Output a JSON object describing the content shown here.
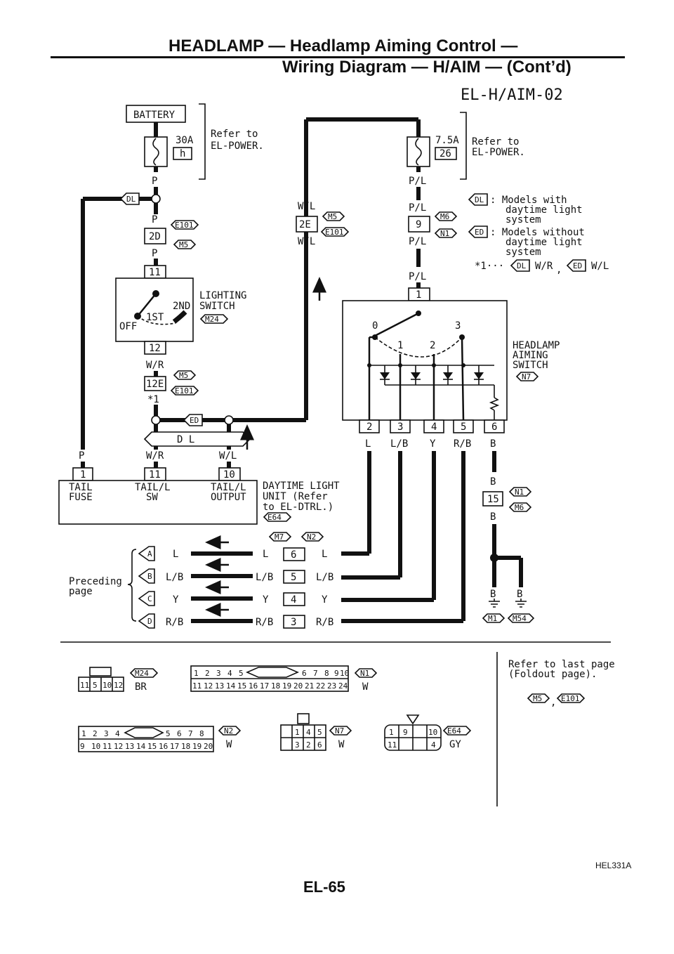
{
  "header": {
    "title_line1": "HEADLAMP — Headlamp Aiming Control —",
    "title_line2": "Wiring Diagram — H/AIM — (Cont’d)"
  },
  "diagram_id": "EL-H/AIM-02",
  "battery": {
    "label": "BATTERY",
    "fuse_a": "30A",
    "fuse_a_id": "h",
    "fuse_b": "7.5A",
    "fuse_b_id": "26",
    "refer1": "Refer to",
    "refer2": "EL-POWER."
  },
  "legend": {
    "dl_label": "DL",
    "dl_text1": ": Models with",
    "dl_text2": "daytime light",
    "dl_text3": "system",
    "ed_label": "ED",
    "ed_text1": ": Models without",
    "ed_text2": "daytime light",
    "ed_text3": "system",
    "star_note": "*1···",
    "star_dl": "W/R",
    "comma": ",",
    "star_ed": "W/L"
  },
  "wires": {
    "P": "P",
    "WL": "W/L",
    "WR": "W/R",
    "PL": "P/L",
    "L": "L",
    "LB": "L/B",
    "Y": "Y",
    "RB": "R/B",
    "B": "B",
    "star1": "*1",
    "DL": "D L"
  },
  "connectors": {
    "M5": "M5",
    "E101": "E101",
    "M24": "M24",
    "M6": "M6",
    "N1": "N1",
    "N7": "N7",
    "E64": "E64",
    "M7": "M7",
    "N2": "N2",
    "M1": "M1",
    "M54": "M54",
    "DL": "DL",
    "ED": "ED"
  },
  "pins": {
    "p11": "11",
    "p12": "12",
    "p20": "2D",
    "p2e": "2E",
    "p12e": "12E",
    "p9": "9",
    "p1": "1",
    "p2": "2",
    "p3": "3",
    "p4": "4",
    "p5": "5",
    "p6": "6",
    "p10": "10",
    "p15": "15"
  },
  "lighting_switch": {
    "label1": "LIGHTING",
    "label2": "SWITCH",
    "off": "OFF",
    "first": "1ST",
    "second": "2ND"
  },
  "aiming_switch": {
    "label1": "HEADLAMP",
    "label2": "AIMING",
    "label3": "SWITCH",
    "pos0": "0",
    "pos1": "1",
    "pos2": "2",
    "pos3": "3"
  },
  "daytime_unit": {
    "tail1": "TAIL",
    "tail2": "FUSE",
    "tl1": "TAIL/L",
    "tl2": "SW",
    "to1": "TAIL/L",
    "to2": "OUTPUT",
    "label1": "DAYTIME LIGHT",
    "label2": "UNIT (Refer",
    "label3": "to EL-DTRL.)"
  },
  "preceding": {
    "label1": "Preceding",
    "label2": "page",
    "A": "A",
    "B": "B",
    "C": "C",
    "D": "D"
  },
  "connector_views": {
    "m24_pins": [
      "11",
      "5",
      "10",
      "12"
    ],
    "m24_color": "BR",
    "n1_top": [
      "1",
      "2",
      "3",
      "4",
      "5",
      "6",
      "7",
      "8",
      "9",
      "10"
    ],
    "n1_bottom": [
      "11",
      "12",
      "13",
      "14",
      "15",
      "16",
      "17",
      "18",
      "19",
      "20",
      "21",
      "22",
      "23",
      "24"
    ],
    "n1_color": "W",
    "n2_top": [
      "1",
      "2",
      "3",
      "4",
      "5",
      "6",
      "7",
      "8"
    ],
    "n2_bottom": [
      "9",
      "10",
      "11",
      "12",
      "13",
      "14",
      "15",
      "16",
      "17",
      "18",
      "19",
      "20"
    ],
    "n2_color": "W",
    "n7_top": [
      "1",
      "4",
      "5"
    ],
    "n7_bottom": [
      "3",
      "2",
      "6"
    ],
    "n7_color": "W",
    "e64_top": [
      "1",
      "9",
      "10"
    ],
    "e64_bottom": [
      "11",
      "4"
    ],
    "e64_color": "GY"
  },
  "refer_last": {
    "line1": "Refer to last page",
    "line2": "(Foldout page)."
  },
  "figure_code": "HEL331A",
  "page_number": "EL-65"
}
